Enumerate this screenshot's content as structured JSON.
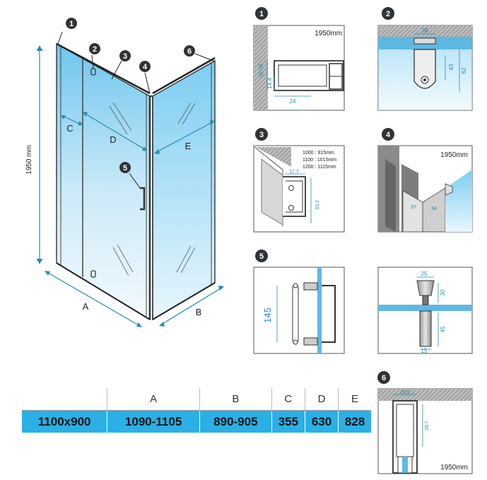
{
  "main_view": {
    "dim_height": "1950 mm",
    "labels": {
      "a": "A",
      "b": "B",
      "c": "C",
      "d": "D",
      "e": "E"
    },
    "callouts": [
      "1",
      "2",
      "3",
      "4",
      "5",
      "6"
    ]
  },
  "detail_1": {
    "number": "1",
    "height": "1950mm",
    "dims": [
      "30.08",
      "14.4",
      "24"
    ]
  },
  "detail_2": {
    "number": "2",
    "dims": [
      "38",
      "43",
      "62"
    ]
  },
  "detail_3": {
    "number": "3",
    "sizes": [
      "1000 : 915mm",
      "1100 : 1015mm",
      "1200 : 1115mm"
    ],
    "dims": [
      "17.7",
      "33.2"
    ]
  },
  "detail_4": {
    "number": "4",
    "height": "1950mm",
    "dims": [
      "37",
      "34"
    ]
  },
  "detail_5": {
    "number": "5",
    "dims": [
      "145"
    ]
  },
  "detail_handle": {
    "dims": [
      "25",
      "30",
      "45",
      "15"
    ]
  },
  "detail_6": {
    "number": "6",
    "height": "1950mm",
    "dims": [
      "28.6",
      "28.7"
    ]
  },
  "table": {
    "headers": [
      "",
      "A",
      "B",
      "C",
      "D",
      "E"
    ],
    "rows": [
      [
        "1100x900",
        "1090-1105",
        "890-905",
        "355",
        "630",
        "828"
      ]
    ]
  }
}
